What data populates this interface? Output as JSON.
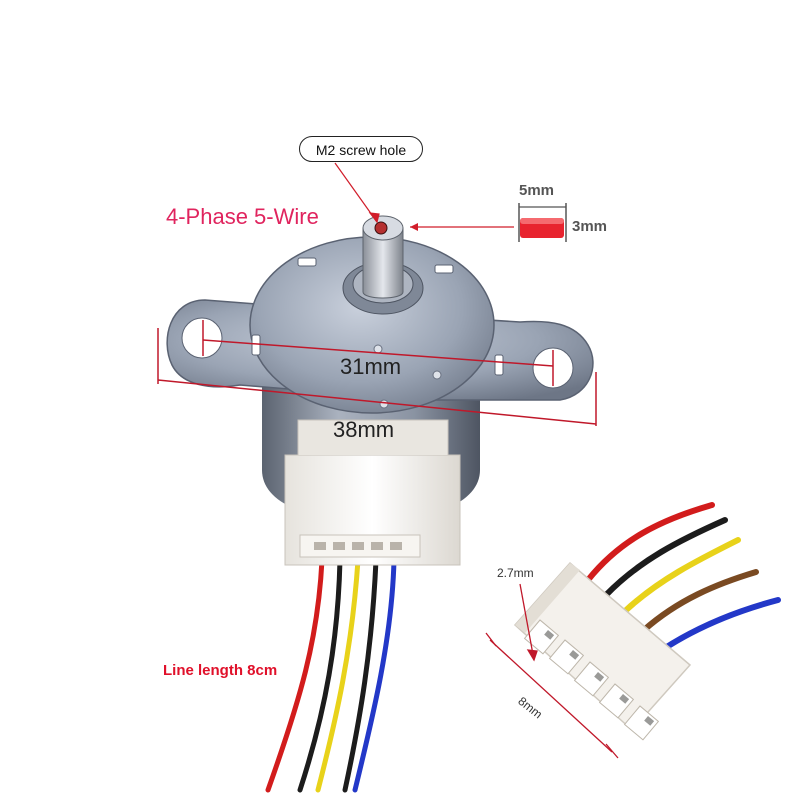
{
  "labels": {
    "screw_hole": "M2 screw hole",
    "phase_wire": "4-Phase 5-Wire",
    "inner_hole_spacing": "31mm",
    "overall_width": "38mm",
    "shaft_width": "5mm",
    "shaft_flat": "3mm",
    "line_length": "Line length 8cm",
    "connector_pitch": "2.7mm",
    "connector_width": "8mm"
  },
  "colors": {
    "accent_pink": "#e0245e",
    "accent_red": "#e0102a",
    "dimension_line": "#c0182a",
    "motor_body": "#9aa4b4",
    "connector": "#f2efea",
    "wire_red": "#d21c1c",
    "wire_black": "#1c1c1c",
    "wire_yellow": "#e8d21a",
    "wire_brown": "#7a4a22",
    "wire_blue": "#2338c8"
  }
}
